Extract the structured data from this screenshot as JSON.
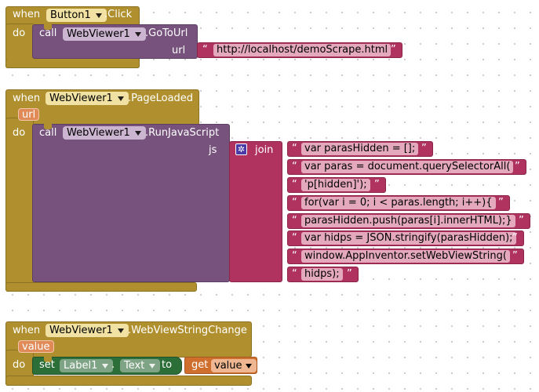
{
  "labels": {
    "when": "when",
    "do": "do",
    "call": "call",
    "set": "set",
    "to": "to",
    "get": "get",
    "dot": "."
  },
  "block1": {
    "component": "Button1",
    "event": ".Click",
    "method_component": "WebViewer1",
    "method": ".GoToUrl",
    "arg_label": "url",
    "url_value": "http://localhost/demoScrape.html"
  },
  "block2": {
    "component": "WebViewer1",
    "event": ".PageLoaded",
    "param": "url",
    "method_component": "WebViewer1",
    "method": ".RunJavaScript",
    "arg_label": "js",
    "join_label": "join",
    "strings": [
      "var parasHidden = [];",
      "var paras = document.querySelectorAll(",
      "'p[hidden]');",
      "for(var i = 0; i < paras.length; i++){",
      "parasHidden.push(paras[i].innerHTML);}",
      "var hidps = JSON.stringify(parasHidden);",
      "window.AppInventor.setWebViewString(",
      "hidps);"
    ]
  },
  "block3": {
    "component": "WebViewer1",
    "event": ".WebViewStringChange",
    "param": "value",
    "set_component": "Label1",
    "set_property": "Text",
    "get_var": "value"
  },
  "colors": {
    "event": "#b0902e",
    "procedure": "#76527d",
    "text": "#b0335f",
    "setter": "#2c6e37",
    "getter": "#d06f2d"
  }
}
